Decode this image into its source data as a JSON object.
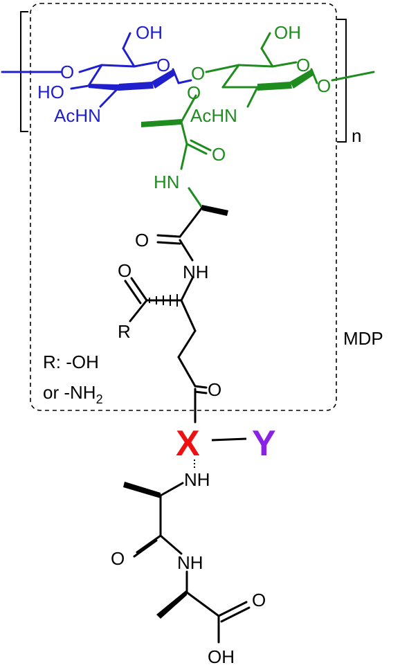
{
  "colors": {
    "blue": "#1f1fcc",
    "green": "#1f8c1f",
    "black": "#000000",
    "red": "#ee1111",
    "purple": "#8a22e6"
  },
  "glcnac": {
    "oh_top": "OH",
    "ring_o": "O",
    "glyco_o": "O",
    "ho": "HO",
    "achn": "AcHN"
  },
  "murnac": {
    "oh_top": "OH",
    "ring_o": "O",
    "ether_o": "O",
    "right_o": "O",
    "achn": "AcHN",
    "lactyl_carbonyl_o": "O",
    "amide_nh": "HN"
  },
  "repeat_subscript": "n",
  "peptide": {
    "ala_carbonyl_o": "O",
    "glu_nh": "NH",
    "glu_alpha_carbonyl_o": "O",
    "r_group": "R",
    "glu_gamma_carbonyl_o": "O",
    "r_definition_line1": "R: -OH",
    "r_definition_line2_prefix": "or -NH",
    "r_definition_line2_subscript": "2"
  },
  "mdp_label": "MDP",
  "linker": {
    "x": "X",
    "y": "Y"
  },
  "dipeptide": {
    "nh_top": "NH",
    "carbonyl_o": "O",
    "nh_middle": "NH",
    "acid_o": "O",
    "acid_oh": "OH"
  }
}
